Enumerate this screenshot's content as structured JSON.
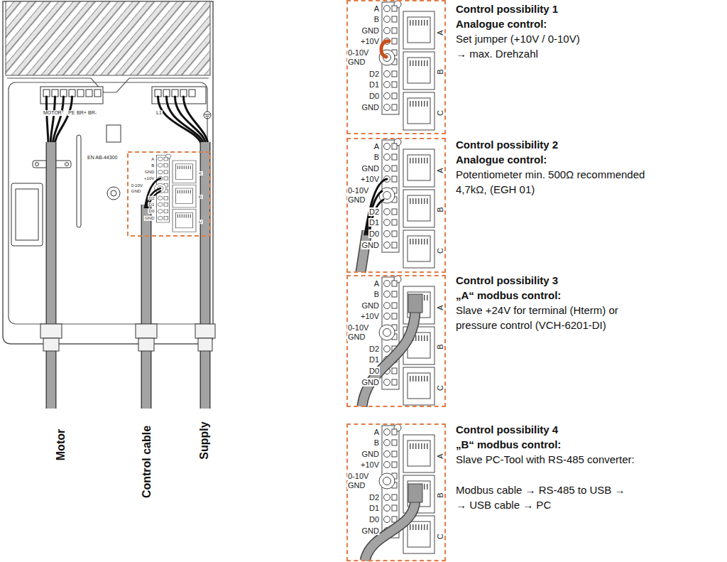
{
  "diagram": {
    "nodes": [
      {
        "text": [
          "Control possibility 1 Analogue control:",
          "Set jumper (+10V / 0-10V) → max. Drehzahl"
        ]
      },
      {
        "text": [
          "Control possibility 2 Analogue control:",
          "Potentiometer min. 500Ω recommended 4,7kΩ, (EGH 01)"
        ]
      },
      {
        "text": [
          "Control possibility 3 „A“ modbus control:",
          "Slave +24V for terminal (Hterm) or pressure control (VCH-6201-DI)"
        ]
      },
      {
        "text": [
          "Control possibility 4 „B“ modbus control:",
          "Slave PC-Tool with RS-485 converter:",
          "Modbus cable → RS-485 to USB →",
          "→ USB cable → PC"
        ]
      }
    ],
    "labels": [
      "Motor",
      "Control cable",
      "Supply",
      "MOTOR",
      "PE",
      "BR+",
      "BR-",
      "L1",
      "EN AB-44300",
      "A",
      "B",
      "GND",
      "+10V",
      "0-10V",
      "GND",
      "D2",
      "D1",
      "D0",
      "GND",
      "A",
      "B",
      "C",
      "A",
      "B",
      "GND",
      "+10V",
      "0-10V",
      "GND",
      "D2",
      "D1",
      "D0",
      "GND",
      "A",
      "B",
      "C",
      "A",
      "B",
      "GND",
      "+10V",
      "0-10V",
      "GND",
      "D2",
      "D1",
      "D0",
      "GND",
      "A",
      "B",
      "C",
      "A",
      "B",
      "GND",
      "+10V",
      "0-10V",
      "GND",
      "D2",
      "D1",
      "D0",
      "GND",
      "A",
      "B",
      "C",
      "A",
      "B",
      "GND",
      "+10V",
      "0-10V",
      "GND",
      "D2",
      "D1",
      "D0",
      "GND",
      "A",
      "B",
      "C"
    ]
  }
}
